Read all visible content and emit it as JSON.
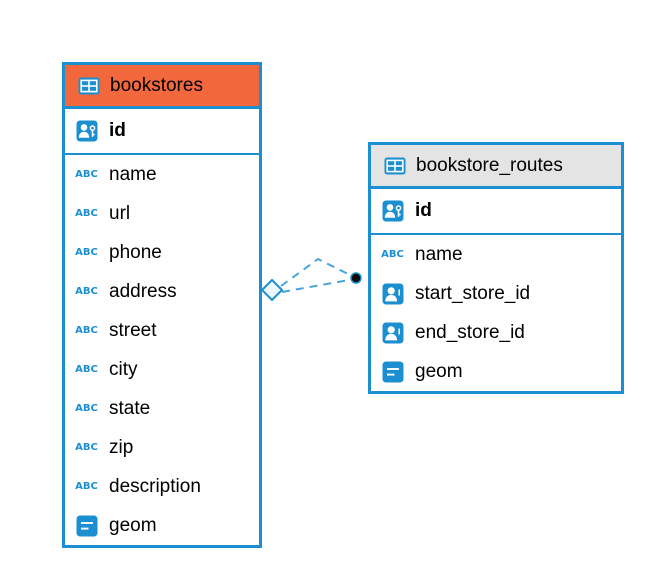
{
  "colors": {
    "accent_blue": "#1b8fd0",
    "relationship_line_blue": "#4ba3d8",
    "bookstores_header": "#f2683c",
    "bookstore_routes_header": "#e4e4e4",
    "text": "#000000",
    "canvas_bg": "#ffffff"
  },
  "icons": {
    "abc_label": "ABC",
    "key_column_icon": "person-key-icon",
    "text_column_icon": "abc-text-icon",
    "reference_column_icon": "person-icon",
    "geometry_column_icon": "geometry-lines-icon",
    "table_icon": "table-grid-icon"
  },
  "tables": [
    {
      "name": "bookstores",
      "keys": [
        {
          "label": "id",
          "icon": "person-key-icon"
        }
      ],
      "columns": [
        {
          "label": "name",
          "icon": "abc-text-icon"
        },
        {
          "label": "url",
          "icon": "abc-text-icon"
        },
        {
          "label": "phone",
          "icon": "abc-text-icon"
        },
        {
          "label": "address",
          "icon": "abc-text-icon"
        },
        {
          "label": "street",
          "icon": "abc-text-icon"
        },
        {
          "label": "city",
          "icon": "abc-text-icon"
        },
        {
          "label": "state",
          "icon": "abc-text-icon"
        },
        {
          "label": "zip",
          "icon": "abc-text-icon"
        },
        {
          "label": "description",
          "icon": "abc-text-icon"
        },
        {
          "label": "geom",
          "icon": "geometry-lines-icon"
        }
      ]
    },
    {
      "name": "bookstore_routes",
      "keys": [
        {
          "label": "id",
          "icon": "person-key-icon"
        }
      ],
      "columns": [
        {
          "label": "name",
          "icon": "abc-text-icon"
        },
        {
          "label": "start_store_id",
          "icon": "person-icon"
        },
        {
          "label": "end_store_id",
          "icon": "person-icon"
        },
        {
          "label": "geom",
          "icon": "geometry-lines-icon"
        }
      ]
    }
  ],
  "relationship": {
    "from_table": "bookstores",
    "to_table": "bookstore_routes",
    "style": "dashed"
  }
}
